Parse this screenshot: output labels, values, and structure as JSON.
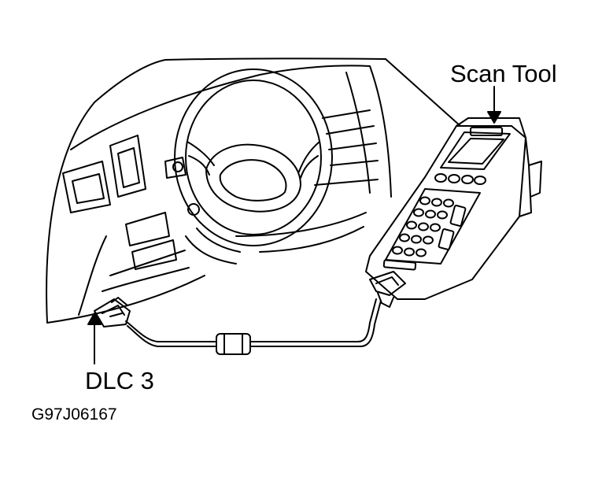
{
  "labels": {
    "scan_tool": "Scan Tool",
    "dlc3": "DLC 3",
    "figure_code": "G97J06167"
  },
  "colors": {
    "line": "#000000",
    "background": "#ffffff"
  }
}
